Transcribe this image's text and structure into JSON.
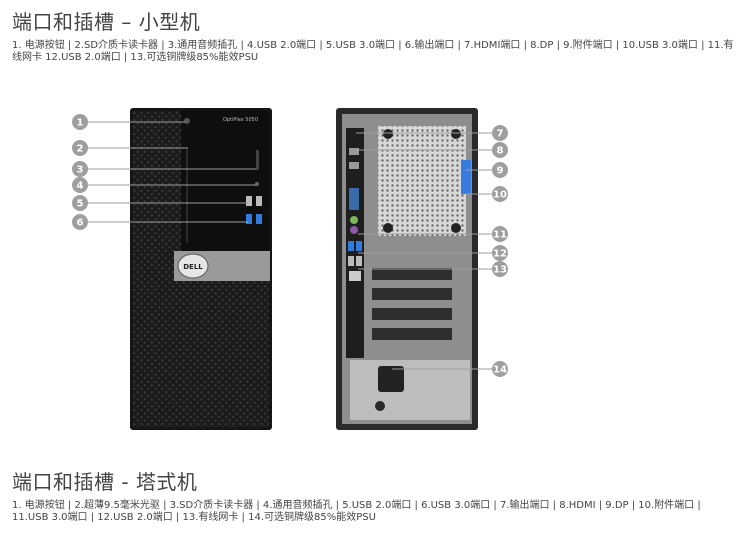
{
  "section_mini": {
    "title": "端口和插槽 – 小型机",
    "ports_text": "1. 电源按钮 | 2.SD介质卡读卡器 | 3.通用音频插孔 | 4.USB 2.0端口 | 5.USB 3.0端口 | 6.输出端口 | 7.HDMI端口 | 8.DP | 9.附件端口 | 10.USB 3.0端口 | 11.有线网卡 12.USB 2.0端口 | 13.可选铜牌级85%能效PSU"
  },
  "section_tower": {
    "title": "端口和插槽 - 塔式机",
    "ports_text": "1. 电源按钮 | 2.超薄9.5毫米光驱 | 3.SD介质卡读卡器 | 4.通用音频插孔 | 5.USB 2.0端口 | 6.USB 3.0端口 | 7.输出端口 | 8.HDMI | 9.DP | 10.附件端口 | 11.USB 3.0端口 | 12.USB 2.0端口 | 13.有线网卡 | 14.可选铜牌级85%能效PSU"
  },
  "figure": {
    "model_label": "OptiPlex 5050",
    "brand": "DELL",
    "callouts_front": [
      "1",
      "2",
      "3",
      "4",
      "5",
      "6"
    ],
    "callouts_back": [
      "7",
      "8",
      "9",
      "10",
      "11",
      "12",
      "13",
      "14"
    ]
  }
}
